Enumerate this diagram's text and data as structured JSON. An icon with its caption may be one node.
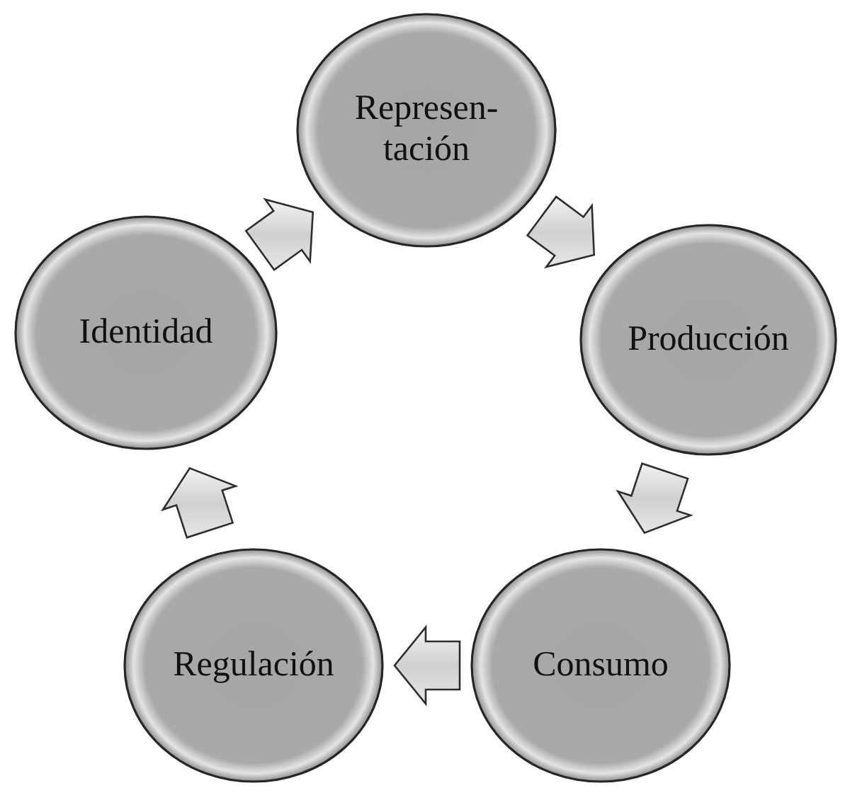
{
  "diagram": {
    "nodes": [
      {
        "text": [
          "Represen- tación"
        ]
      },
      {
        "text": [
          "Identidad"
        ]
      },
      {
        "text": [
          "Producción"
        ]
      },
      {
        "text": [
          "Regulación"
        ]
      },
      {
        "text": [
          "Consumo"
        ]
      }
    ],
    "edges": [
      {
        "from": 0,
        "to": 2,
        "arrow": "to"
      },
      {
        "from": 2,
        "to": 4,
        "arrow": "to"
      },
      {
        "from": 4,
        "to": 3,
        "arrow": "to"
      },
      {
        "from": 3,
        "to": 1,
        "arrow": "to"
      },
      {
        "from": 1,
        "to": 0,
        "arrow": "to"
      }
    ]
  }
}
